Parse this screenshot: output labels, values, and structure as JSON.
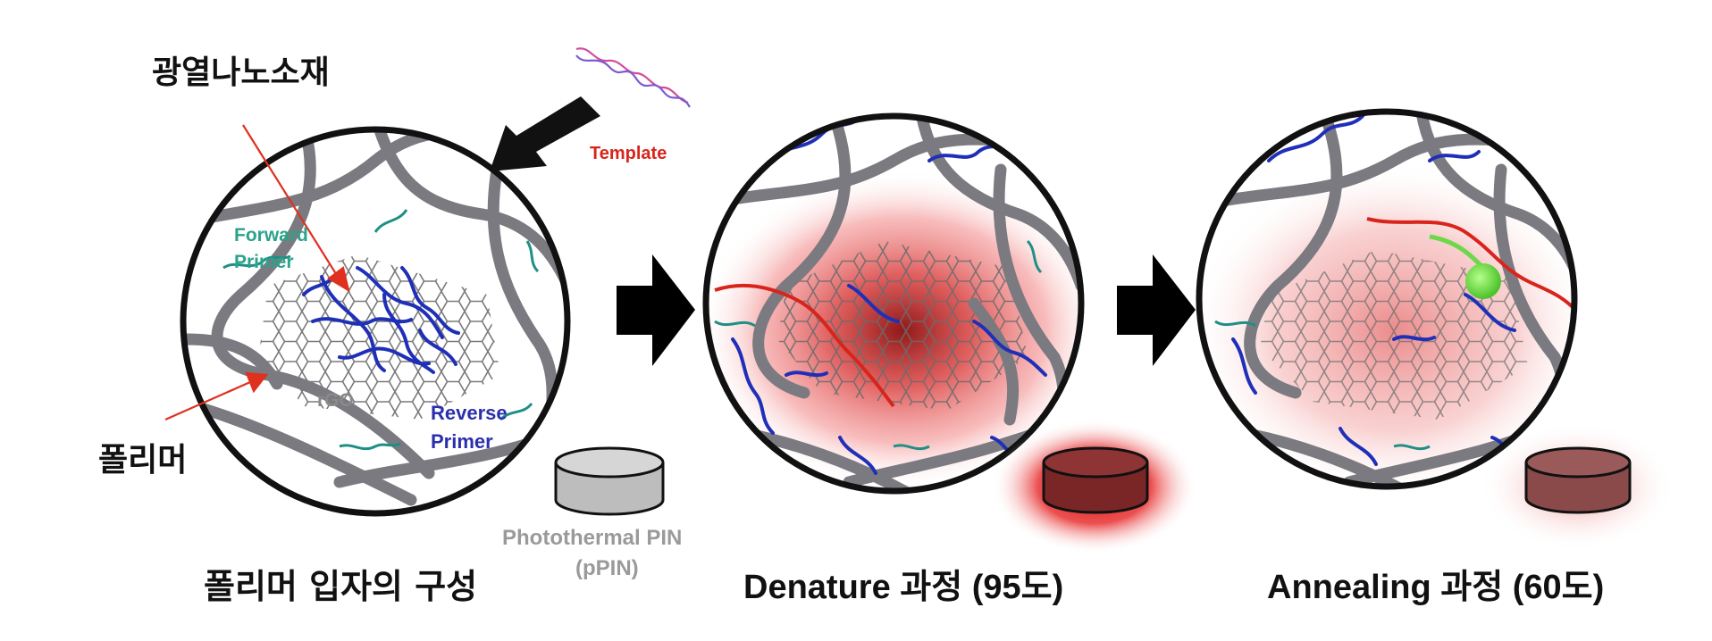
{
  "panels": [
    {
      "caption": "폴리머 입자의 구성",
      "labels": {
        "photothermal": "광열나노소재",
        "template": "Template",
        "forward_primer_1": "Forward",
        "forward_primer_2": "Primer",
        "rgo": "rGO",
        "reverse_primer_1": "Reverse",
        "reverse_primer_2": "Primer",
        "polymer": "폴리머",
        "ppin_1": "Photothermal  PIN",
        "ppin_2": "(pPIN)"
      }
    },
    {
      "caption": "Denature 과정 (95도)"
    },
    {
      "caption": "Annealing 과정 (60도)"
    }
  ],
  "colors": {
    "polymer_strand": "#7a7a80",
    "dna_blue": "#1f2fb8",
    "primer_teal": "#1f8f86",
    "template_red": "#d8241b",
    "forward_label": "#2aa38a",
    "reverse_label": "#2a2fae",
    "rgo_label": "#8a8a8a",
    "ppin_label": "#9a9a9a",
    "arrow_red": "#e0301e",
    "heat": "#e01818",
    "probe_green": "#6cd84a"
  }
}
